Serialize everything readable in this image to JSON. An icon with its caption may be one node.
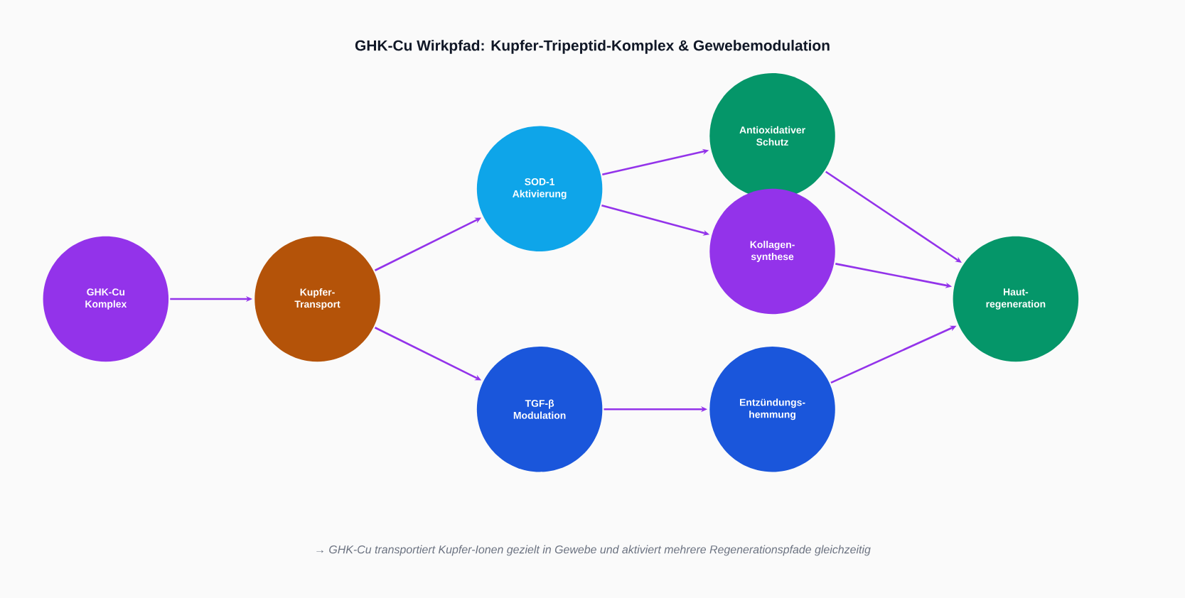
{
  "diagram": {
    "title": "GHK-Cu Wirkpfad: Kupfer-Tripeptid-Komplex & Gewebemodulation",
    "caption": "→ GHK-Cu transportiert Kupfer-Ionen gezielt in Gewebe und aktiviert mehrere Regenerationspfade gleichzeitig",
    "nodes": [
      {
        "text": [
          "GHK-Cu Komplex"
        ]
      },
      {
        "text": [
          "Kupfer-Transport"
        ]
      },
      {
        "text": [
          "SOD-1 Aktivierung"
        ]
      },
      {
        "text": [
          "TGF-β Modulation"
        ]
      },
      {
        "text": [
          "Antioxidativer Schutz"
        ]
      },
      {
        "text": [
          "Kollagen-synthese"
        ]
      },
      {
        "text": [
          "Entzündungs-hemmung"
        ]
      },
      {
        "text": [
          "Haut-regeneration"
        ]
      }
    ],
    "edges": [
      {
        "from": 0,
        "to": 1,
        "arrow": "to"
      },
      {
        "from": 1,
        "to": 2,
        "arrow": "to"
      },
      {
        "from": 1,
        "to": 3,
        "arrow": "to"
      },
      {
        "from": 2,
        "to": 4,
        "arrow": "to"
      },
      {
        "from": 2,
        "to": 5,
        "arrow": "to"
      },
      {
        "from": 3,
        "to": 6,
        "arrow": "to"
      },
      {
        "from": 4,
        "to": 7,
        "arrow": "to"
      },
      {
        "from": 5,
        "to": 7,
        "arrow": "to"
      },
      {
        "from": 6,
        "to": 7,
        "arrow": "to"
      }
    ]
  }
}
